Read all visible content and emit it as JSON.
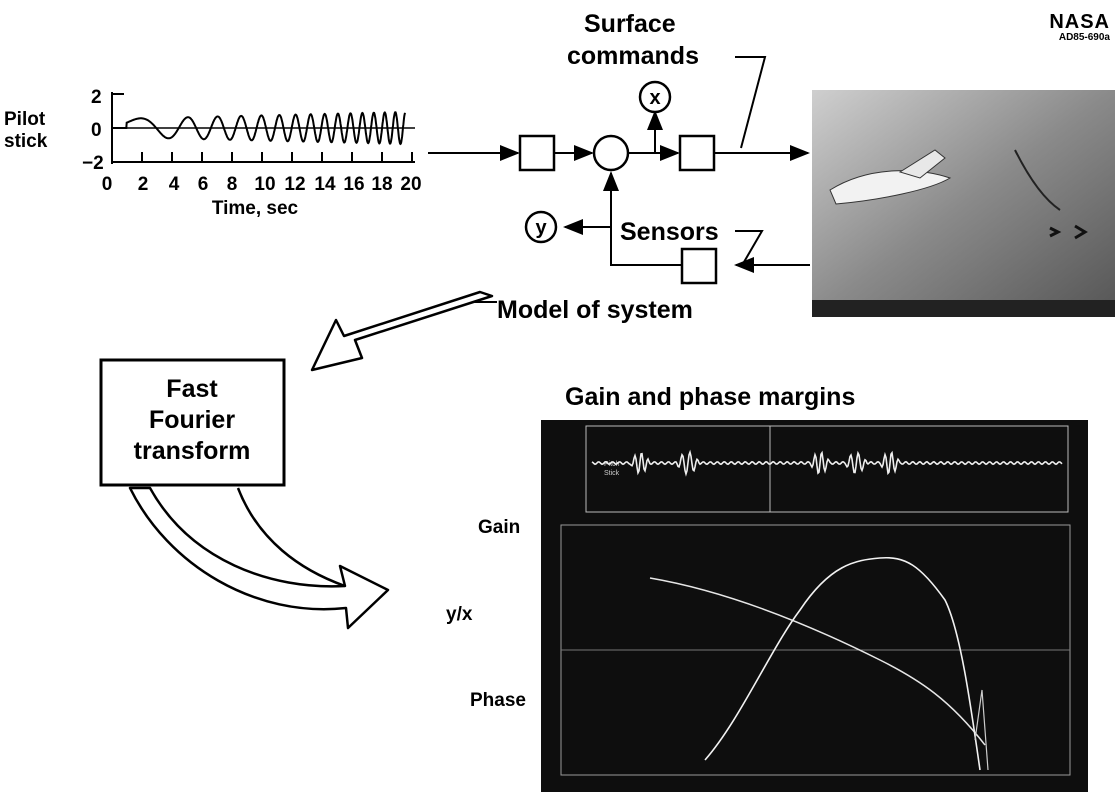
{
  "logo": {
    "agency": "NASA",
    "code": "AD85-690a"
  },
  "stick_plot": {
    "label_line1": "Pilot",
    "label_line2": "stick",
    "y_ticks": [
      "2",
      "0",
      "−2"
    ],
    "x_ticks": [
      "0",
      "2",
      "4",
      "6",
      "8",
      "10",
      "12",
      "14",
      "16",
      "18",
      "20"
    ],
    "x_label": "Time, sec"
  },
  "block_diagram": {
    "surface_line1": "Surface",
    "surface_line2": "commands",
    "x_node": "x",
    "y_node": "y",
    "sensors": "Sensors",
    "model": "Model of system"
  },
  "fft_box": {
    "line1": "Fast",
    "line2": "Fourier",
    "line3": "transform"
  },
  "margins": {
    "title": "Gain and phase margins",
    "gain": "Gain",
    "ratio": "y/x",
    "phase": "Phase"
  }
}
